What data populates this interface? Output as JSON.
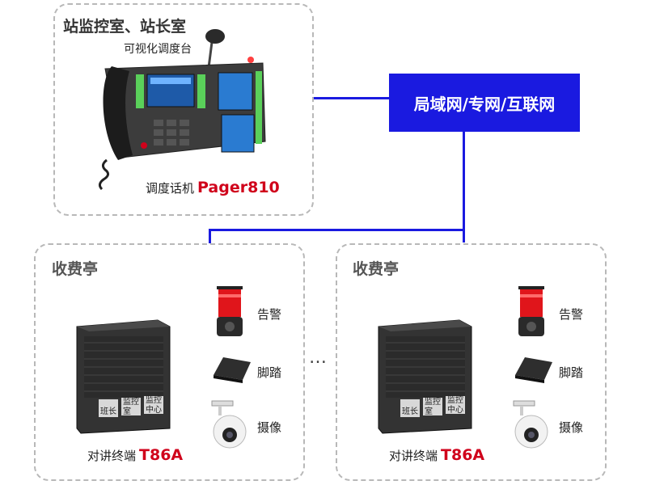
{
  "station": {
    "title": "站监控室、站长室",
    "subtitle": "可视化调度台",
    "device_label": "调度话机",
    "device_model": "Pager810"
  },
  "network": {
    "label": "局域网/专网/互联网"
  },
  "booths": [
    {
      "title": "收费亭",
      "terminal_label": "对讲终端",
      "terminal_model": "T86A",
      "buttons": [
        "班长",
        "监控室",
        "监控中心"
      ],
      "devices": [
        "告警",
        "脚踏",
        "摄像"
      ]
    },
    {
      "title": "收费亭",
      "terminal_label": "对讲终端",
      "terminal_model": "T86A",
      "buttons": [
        "班长",
        "监控室",
        "监控中心"
      ],
      "devices": [
        "告警",
        "脚踏",
        "摄像"
      ]
    }
  ],
  "ellipsis": "…",
  "colors": {
    "network_blue": "#1a1ae0",
    "model_red": "#d0021b",
    "zone_border": "#b8b8b8"
  }
}
